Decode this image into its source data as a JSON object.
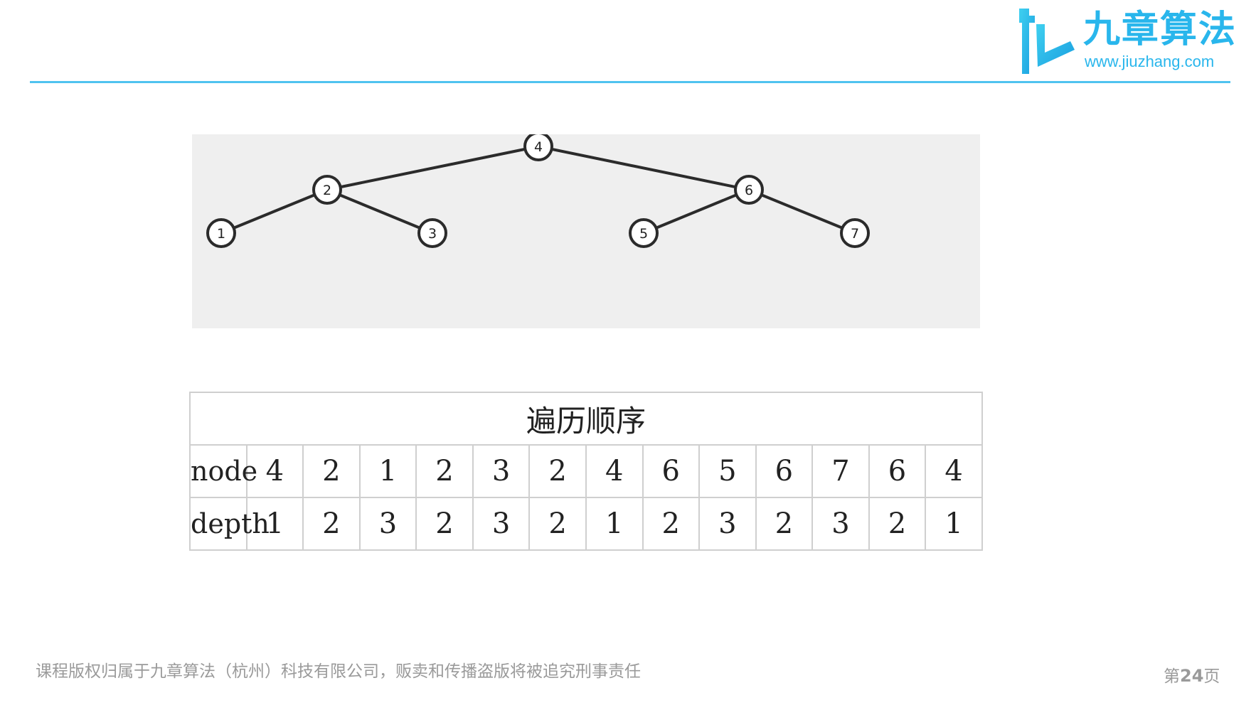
{
  "brand": {
    "name": "九章算法",
    "url": "www.jiuzhang.com",
    "color": "#29b6ec"
  },
  "tree": {
    "nodes": [
      {
        "id": "4",
        "label": "4"
      },
      {
        "id": "2",
        "label": "2"
      },
      {
        "id": "6",
        "label": "6"
      },
      {
        "id": "1",
        "label": "1"
      },
      {
        "id": "3",
        "label": "3"
      },
      {
        "id": "5",
        "label": "5"
      },
      {
        "id": "7",
        "label": "7"
      }
    ],
    "edges": [
      [
        "4",
        "2"
      ],
      [
        "4",
        "6"
      ],
      [
        "2",
        "1"
      ],
      [
        "2",
        "3"
      ],
      [
        "6",
        "5"
      ],
      [
        "6",
        "7"
      ]
    ]
  },
  "table": {
    "title": "遍历顺序",
    "node_label": "node",
    "depth_label": "depth",
    "node_values": [
      "4",
      "2",
      "1",
      "2",
      "3",
      "2",
      "4",
      "6",
      "5",
      "6",
      "7",
      "6",
      "4"
    ],
    "depth_values": [
      "1",
      "2",
      "3",
      "2",
      "3",
      "2",
      "1",
      "2",
      "3",
      "2",
      "3",
      "2",
      "1"
    ]
  },
  "footer": {
    "copyright": "课程版权归属于九章算法（杭州）科技有限公司，贩卖和传播盗版将被追究刑事责任",
    "page_prefix": "第",
    "page_number": "24",
    "page_suffix": "页"
  }
}
